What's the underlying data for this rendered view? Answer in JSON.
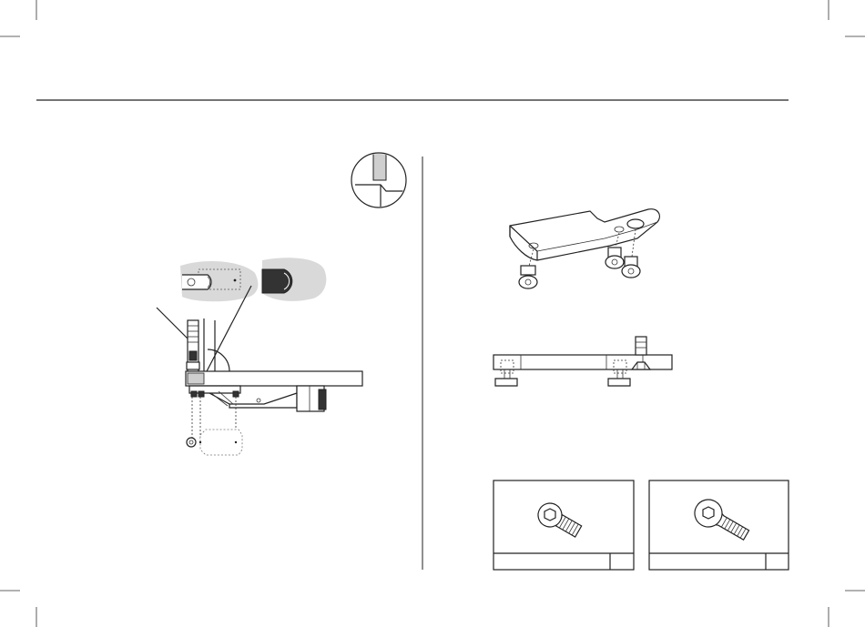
{
  "page": {
    "background": "#ffffff",
    "ink": "#222222",
    "shade": "#d9d9d9",
    "labels": []
  },
  "figures": {
    "left": "bracket-mounting-cross-section",
    "right_top": "bracket-with-screws-exploded",
    "right_middle": "bracket-side-section",
    "right_bottom": [
      "button-head-screw-card",
      "flat-head-screw-card"
    ]
  },
  "icons": [
    "crop-mark-icon",
    "magnifier-inset-icon",
    "hex-socket-icon",
    "angle-arc-icon"
  ]
}
